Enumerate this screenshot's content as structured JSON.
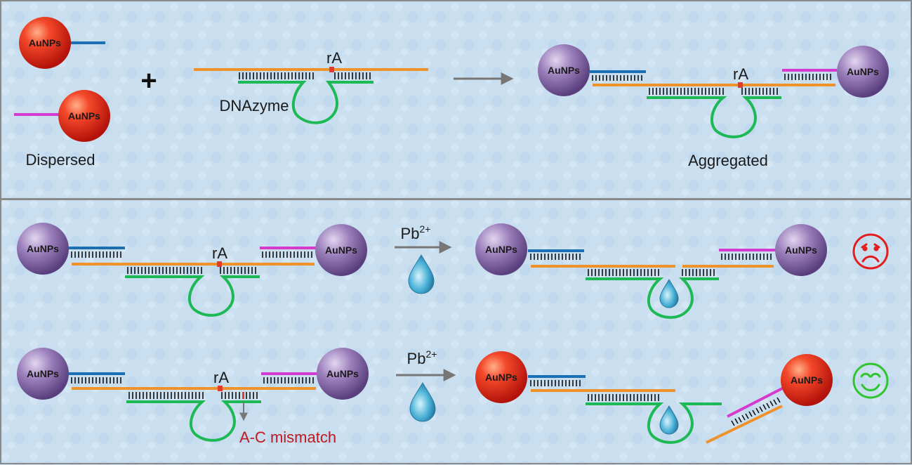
{
  "particle_label": "AuNPs",
  "labels": {
    "dispersed": "Dispersed",
    "aggregated": "Aggregated",
    "dnazyme": "DNAzyme",
    "ra": "rA",
    "plus": "+",
    "ion_base": "Pb",
    "ion_charge": "2+",
    "mismatch": "A-C mismatch"
  },
  "colors": {
    "background": "#c9dff0",
    "gold_particle": "#e8331c",
    "purple_particle": "#8e6fae",
    "substrate_strand": "#f0922a",
    "dnazyme_strand": "#1db954",
    "linker_blue": "#1b6fb5",
    "linker_magenta": "#d43ad0",
    "cleavage_site": "#e53b2a",
    "sad_face": "#e41e1e",
    "happy_face": "#2ec52e",
    "arrow": "#777777",
    "border": "#8a8a8a"
  },
  "icons": [
    "water-drop-icon",
    "sad-face-icon",
    "happy-face-icon",
    "arrow-icon"
  ]
}
